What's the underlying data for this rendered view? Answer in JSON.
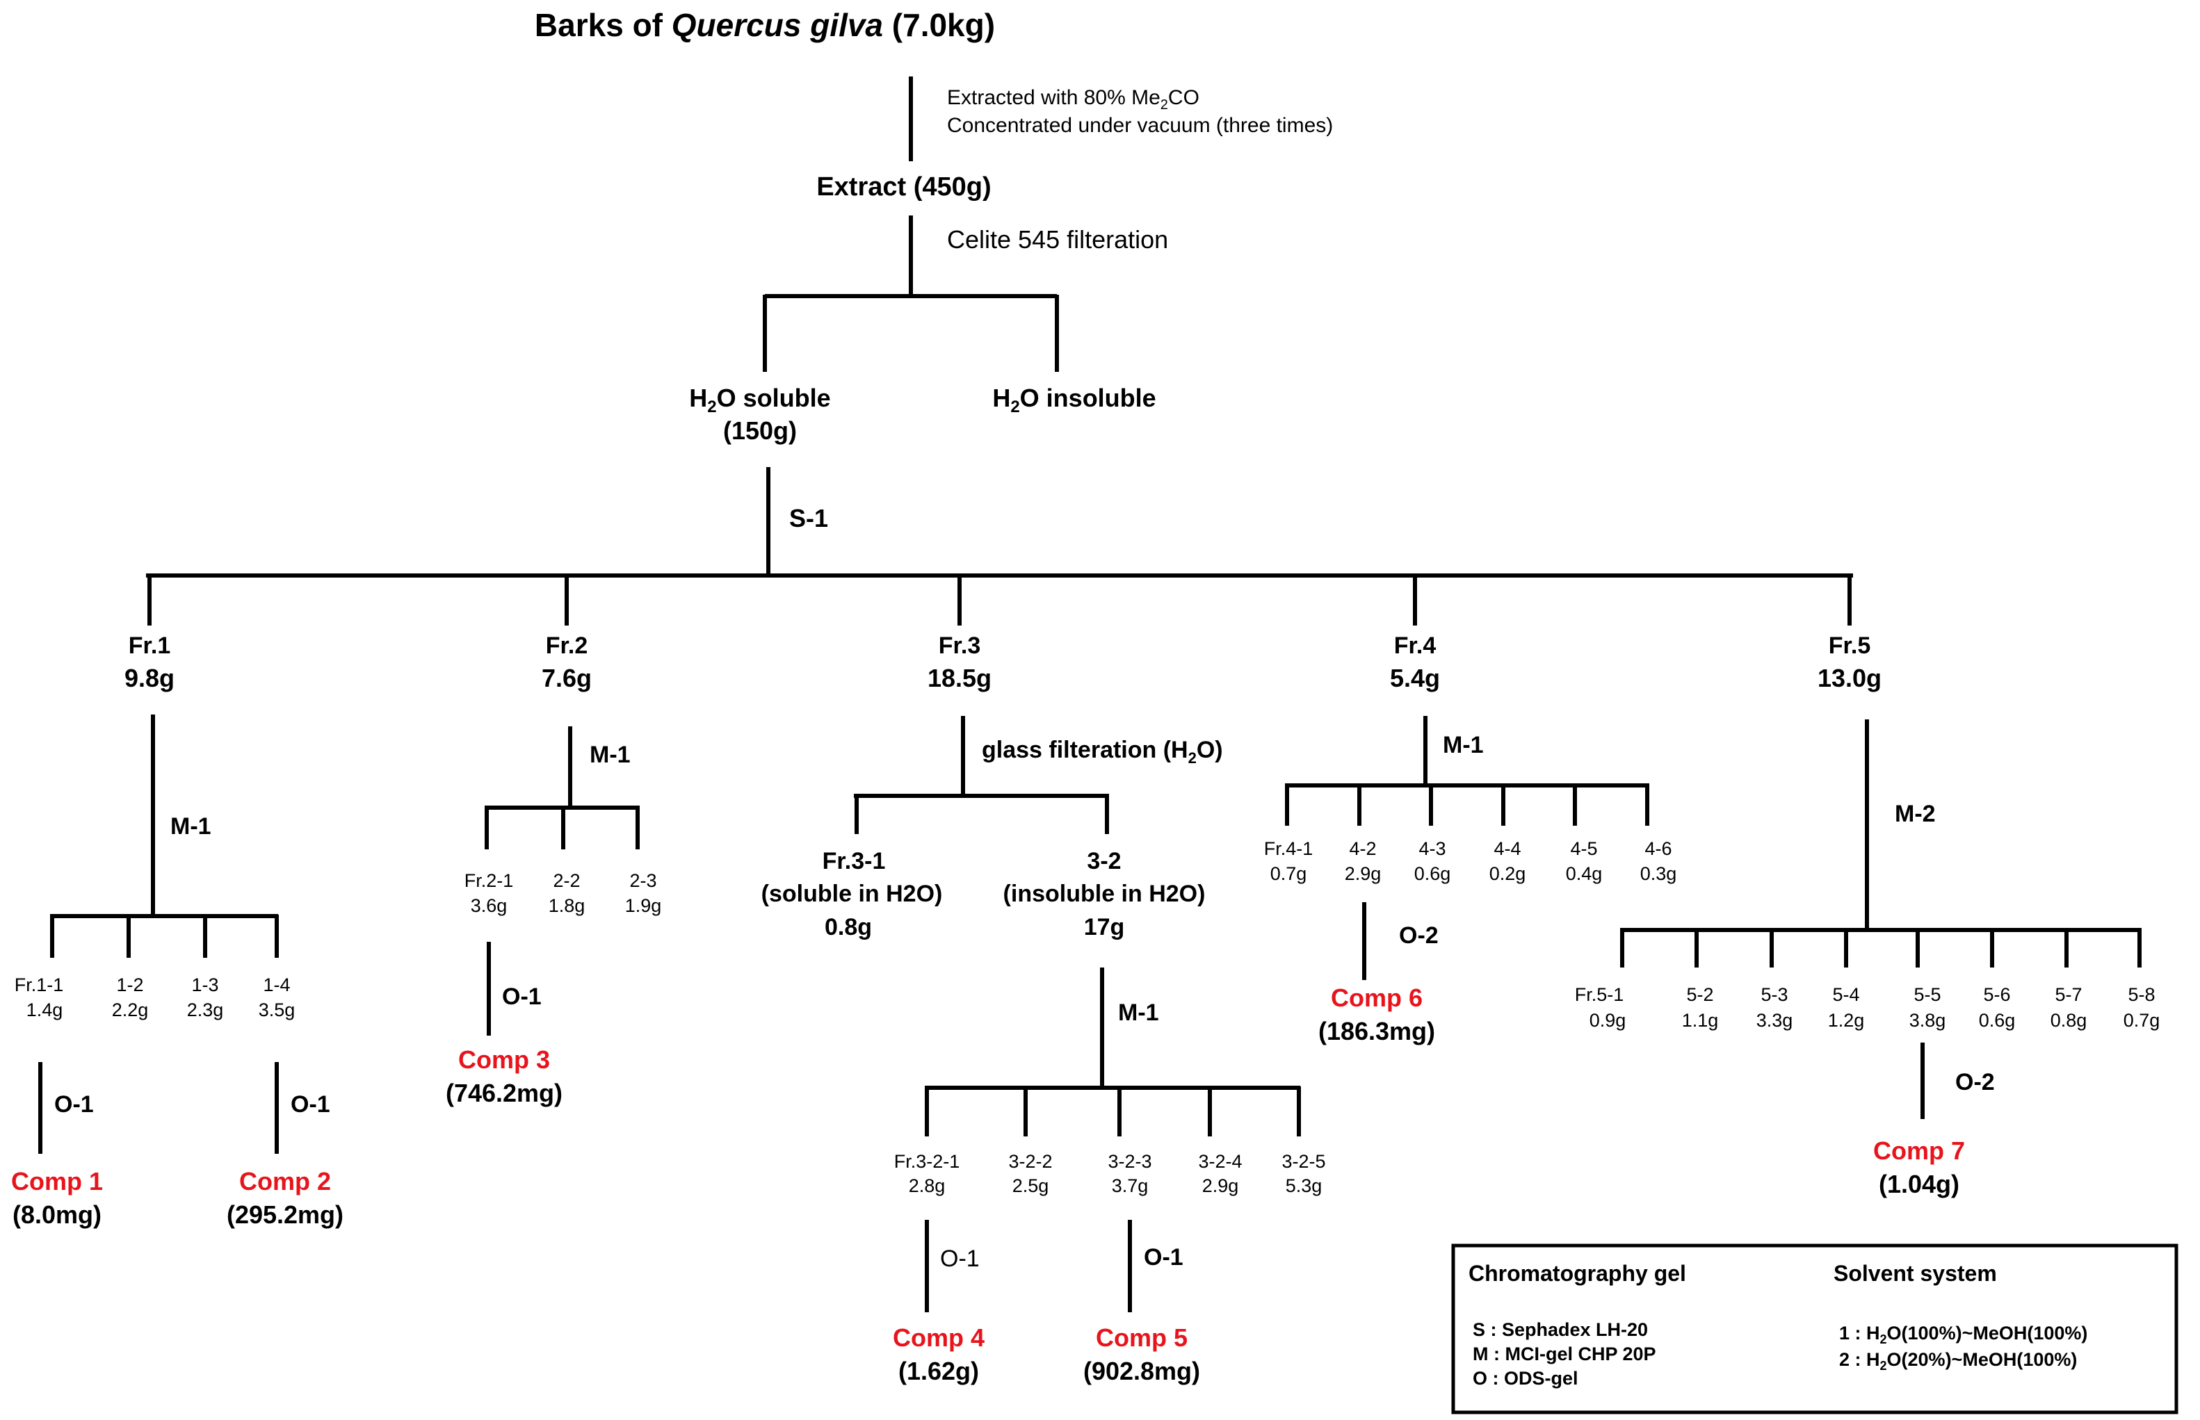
{
  "title": {
    "prefix": "Barks of ",
    "species": "Quercus gilva",
    "suffix": " (7.0kg)"
  },
  "step1": {
    "line1_prefix": "Extracted with 80% Me",
    "line1_sub": "2",
    "line1_suffix": "CO",
    "line2": "Concentrated under vacuum (three times)"
  },
  "extract": "Extract (450g)",
  "celite": "Celite 545 filteration",
  "soluble": {
    "pre": "H",
    "sub": "2",
    "post": "O soluble",
    "amount": "(150g)"
  },
  "insoluble": {
    "pre": "H",
    "sub": "2",
    "post": "O insoluble"
  },
  "s1": "S-1",
  "fractions": [
    {
      "name": "Fr.1",
      "amount": "9.8g"
    },
    {
      "name": "Fr.2",
      "amount": "7.6g"
    },
    {
      "name": "Fr.3",
      "amount": "18.5g"
    },
    {
      "name": "Fr.4",
      "amount": "5.4g"
    },
    {
      "name": "Fr.5",
      "amount": "13.0g"
    }
  ],
  "fr1": {
    "method": "M-1",
    "subs": [
      {
        "name": "Fr.1-1",
        "amount": "1.4g"
      },
      {
        "name": "1-2",
        "amount": "2.2g"
      },
      {
        "name": "1-3",
        "amount": "2.3g"
      },
      {
        "name": "1-4",
        "amount": "3.5g"
      }
    ],
    "o_a": "O-1",
    "o_b": "O-1",
    "comp1": {
      "name": "Comp 1",
      "amount": "(8.0mg)"
    },
    "comp2": {
      "name": "Comp 2",
      "amount": "(295.2mg)"
    }
  },
  "fr2": {
    "method": "M-1",
    "subs": [
      {
        "name": "Fr.2-1",
        "amount": "3.6g"
      },
      {
        "name": "2-2",
        "amount": "1.8g"
      },
      {
        "name": "2-3",
        "amount": "1.9g"
      }
    ],
    "o": "O-1",
    "comp3": {
      "name": "Comp 3",
      "amount": "(746.2mg)"
    }
  },
  "fr3": {
    "glass_pre": "glass filteration (H",
    "glass_sub": "2",
    "glass_post": "O)",
    "sol": {
      "name": "Fr.3-1",
      "desc": "(soluble in H2O)",
      "amount": "0.8g"
    },
    "insol": {
      "name": "3-2",
      "desc": "(insoluble in H2O)",
      "amount": "17g"
    },
    "method": "M-1",
    "subs": [
      {
        "name": "Fr.3-2-1",
        "amount": "2.8g"
      },
      {
        "name": "3-2-2",
        "amount": "2.5g"
      },
      {
        "name": "3-2-3",
        "amount": "3.7g"
      },
      {
        "name": "3-2-4",
        "amount": "2.9g"
      },
      {
        "name": "3-2-5",
        "amount": "5.3g"
      }
    ],
    "o_a": "O-1",
    "o_b": "O-1",
    "comp4": {
      "name": "Comp 4",
      "amount": "(1.62g)"
    },
    "comp5": {
      "name": "Comp 5",
      "amount": "(902.8mg)"
    }
  },
  "fr4": {
    "method": "M-1",
    "subs": [
      {
        "name": "Fr.4-1",
        "amount": "0.7g"
      },
      {
        "name": "4-2",
        "amount": "2.9g"
      },
      {
        "name": "4-3",
        "amount": "0.6g"
      },
      {
        "name": "4-4",
        "amount": "0.2g"
      },
      {
        "name": "4-5",
        "amount": "0.4g"
      },
      {
        "name": "4-6",
        "amount": "0.3g"
      }
    ],
    "o": "O-2",
    "comp6": {
      "name": "Comp 6",
      "amount": "(186.3mg)"
    }
  },
  "fr5": {
    "method": "M-2",
    "subs": [
      {
        "name": "Fr.5-1",
        "amount": "0.9g"
      },
      {
        "name": "5-2",
        "amount": "1.1g"
      },
      {
        "name": "5-3",
        "amount": "3.3g"
      },
      {
        "name": "5-4",
        "amount": "1.2g"
      },
      {
        "name": "5-5",
        "amount": "3.8g"
      },
      {
        "name": "5-6",
        "amount": "0.6g"
      },
      {
        "name": "5-7",
        "amount": "0.8g"
      },
      {
        "name": "5-8",
        "amount": "0.7g"
      }
    ],
    "o": "O-2",
    "comp7": {
      "name": "Comp 7",
      "amount": "(1.04g)"
    }
  },
  "legend": {
    "gel_title": "Chromatography gel",
    "gel_items": [
      "S  :  Sephadex  LH-20",
      "M  :  MCI-gel  CHP 20P",
      "O  :  ODS-gel"
    ],
    "solvent_title": "Solvent system",
    "solvent_items": [
      {
        "pre": "1 : H",
        "s1": "2",
        "mid": "O(100%)~MeOH(100%)"
      },
      {
        "pre": "2 : H",
        "s1": "2",
        "mid": "O(20%)~MeOH(100%)"
      }
    ]
  },
  "colors": {
    "compound": "#e8141c",
    "line": "#000000"
  }
}
